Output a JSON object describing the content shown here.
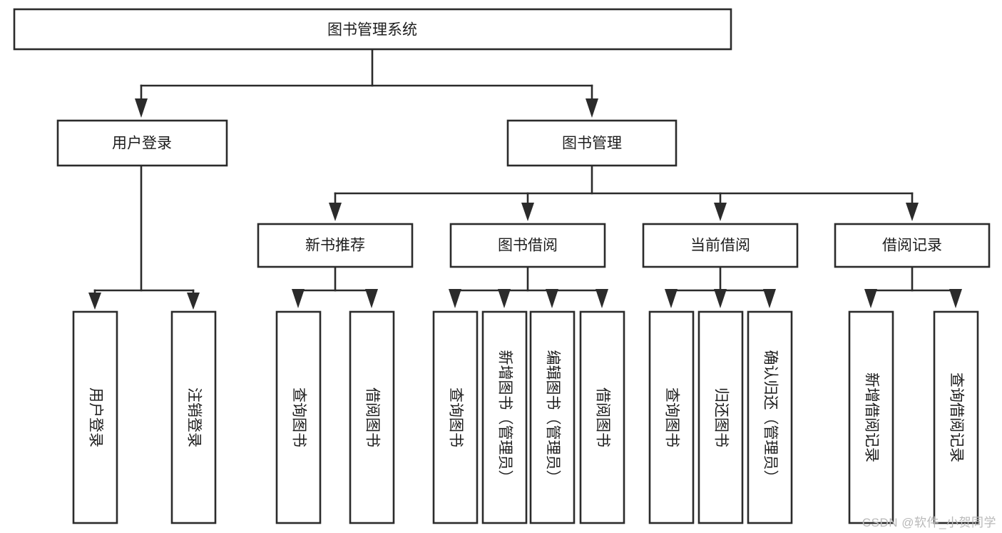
{
  "diagram": {
    "title": "图书管理系统",
    "type": "tree-hierarchy-chart",
    "root": {
      "id": "root",
      "label": "图书管理系统",
      "orientation": "horizontal"
    },
    "level2": [
      {
        "id": "user-login",
        "label": "用户登录",
        "orientation": "horizontal"
      },
      {
        "id": "book-manage",
        "label": "图书管理",
        "orientation": "horizontal"
      }
    ],
    "level3": [
      {
        "id": "new-book-recommend",
        "label": "新书推荐",
        "orientation": "horizontal",
        "parent": "book-manage"
      },
      {
        "id": "book-borrow",
        "label": "图书借阅",
        "orientation": "horizontal",
        "parent": "book-manage"
      },
      {
        "id": "current-borrow",
        "label": "当前借阅",
        "orientation": "horizontal",
        "parent": "book-manage"
      },
      {
        "id": "borrow-record",
        "label": "借阅记录",
        "orientation": "horizontal",
        "parent": "book-manage"
      }
    ],
    "leaves": [
      {
        "id": "leaf-user-login",
        "label": "用户登录",
        "orientation": "vertical",
        "parent": "user-login"
      },
      {
        "id": "leaf-logout",
        "label": "注销登录",
        "orientation": "vertical",
        "parent": "user-login"
      },
      {
        "id": "leaf-query-book-1",
        "label": "查询图书",
        "orientation": "vertical",
        "parent": "new-book-recommend"
      },
      {
        "id": "leaf-borrow-book-1",
        "label": "借阅图书",
        "orientation": "vertical",
        "parent": "new-book-recommend"
      },
      {
        "id": "leaf-query-book-2",
        "label": "查询图书",
        "orientation": "vertical",
        "parent": "book-borrow"
      },
      {
        "id": "leaf-add-book",
        "label": "新增图书（管理员）",
        "orientation": "vertical",
        "parent": "book-borrow"
      },
      {
        "id": "leaf-edit-book",
        "label": "编辑图书（管理员）",
        "orientation": "vertical",
        "parent": "book-borrow"
      },
      {
        "id": "leaf-borrow-book-2",
        "label": "借阅图书",
        "orientation": "vertical",
        "parent": "book-borrow"
      },
      {
        "id": "leaf-query-book-3",
        "label": "查询图书",
        "orientation": "vertical",
        "parent": "current-borrow"
      },
      {
        "id": "leaf-return-book",
        "label": "归还图书",
        "orientation": "vertical",
        "parent": "current-borrow"
      },
      {
        "id": "leaf-confirm-return",
        "label": "确认归还（管理员）",
        "orientation": "vertical",
        "parent": "current-borrow"
      },
      {
        "id": "leaf-add-record",
        "label": "新增借阅记录",
        "orientation": "vertical",
        "parent": "borrow-record"
      },
      {
        "id": "leaf-query-record",
        "label": "查询借阅记录",
        "orientation": "vertical",
        "parent": "borrow-record"
      }
    ],
    "colors": {
      "box_stroke": "#2b2b2b",
      "box_fill": "#ffffff",
      "text": "#1d1d1d",
      "background": "#ffffff",
      "watermark": "#b9b9b9"
    }
  },
  "watermark": {
    "text": "CSDN @软件_小贺同学"
  }
}
